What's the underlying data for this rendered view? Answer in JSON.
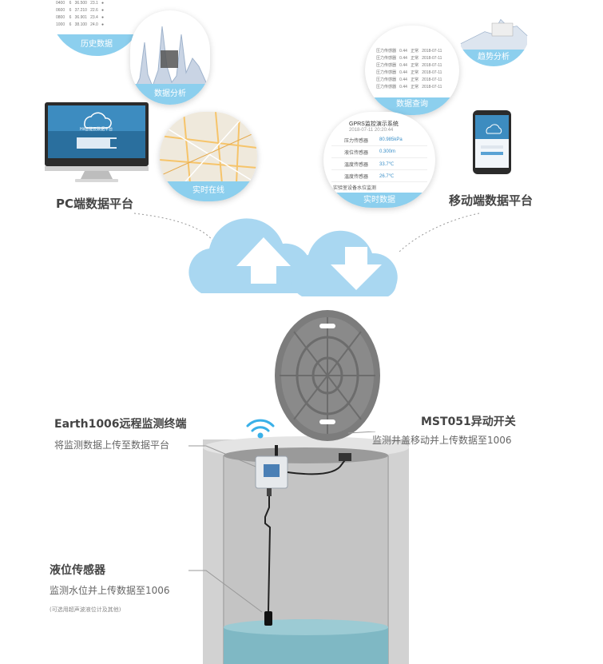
{
  "circles": {
    "history": {
      "label": "历史数据"
    },
    "analysis": {
      "label": "数据分析"
    },
    "realtime_online": {
      "label": "实时在线"
    },
    "query": {
      "label": "数据查询"
    },
    "trend": {
      "label": "趋势分析"
    },
    "realtime_data": {
      "label": "实时数据"
    }
  },
  "mobile_panel": {
    "title": "GPRS监控演示系统",
    "time": "2018-07-11 20:20:44",
    "rows": [
      {
        "name": "压力传感器",
        "value": "80.985kPa"
      },
      {
        "name": "液位传感器",
        "value": "0.300m"
      },
      {
        "name": "温度传感器",
        "value": "33.7℃"
      },
      {
        "name": "温度传感器",
        "value": "26.7℃"
      }
    ],
    "footer": "实验室设备水位监测"
  },
  "pc_screen": {
    "brand": "Hit智能云数据平台"
  },
  "platforms": {
    "pc": "PC端数据平台",
    "mobile": "移动端数据平台"
  },
  "devices": {
    "terminal": {
      "title": "Earth1006远程监测终端",
      "desc": "将监测数据上传至数据平台"
    },
    "switch": {
      "title": "MST051异动开关",
      "desc": "监测井盖移动并上传数据至1006"
    },
    "level": {
      "title": "液位传感器",
      "desc": "监测水位并上传数据至1006",
      "note": "(可选用超声波液位计及其他)"
    }
  },
  "colors": {
    "sky_blue": "#8ccfee",
    "cloud_blue": "#a9d7f1",
    "well_gray": "#cfcfcf",
    "water": "#7fb8c4"
  }
}
